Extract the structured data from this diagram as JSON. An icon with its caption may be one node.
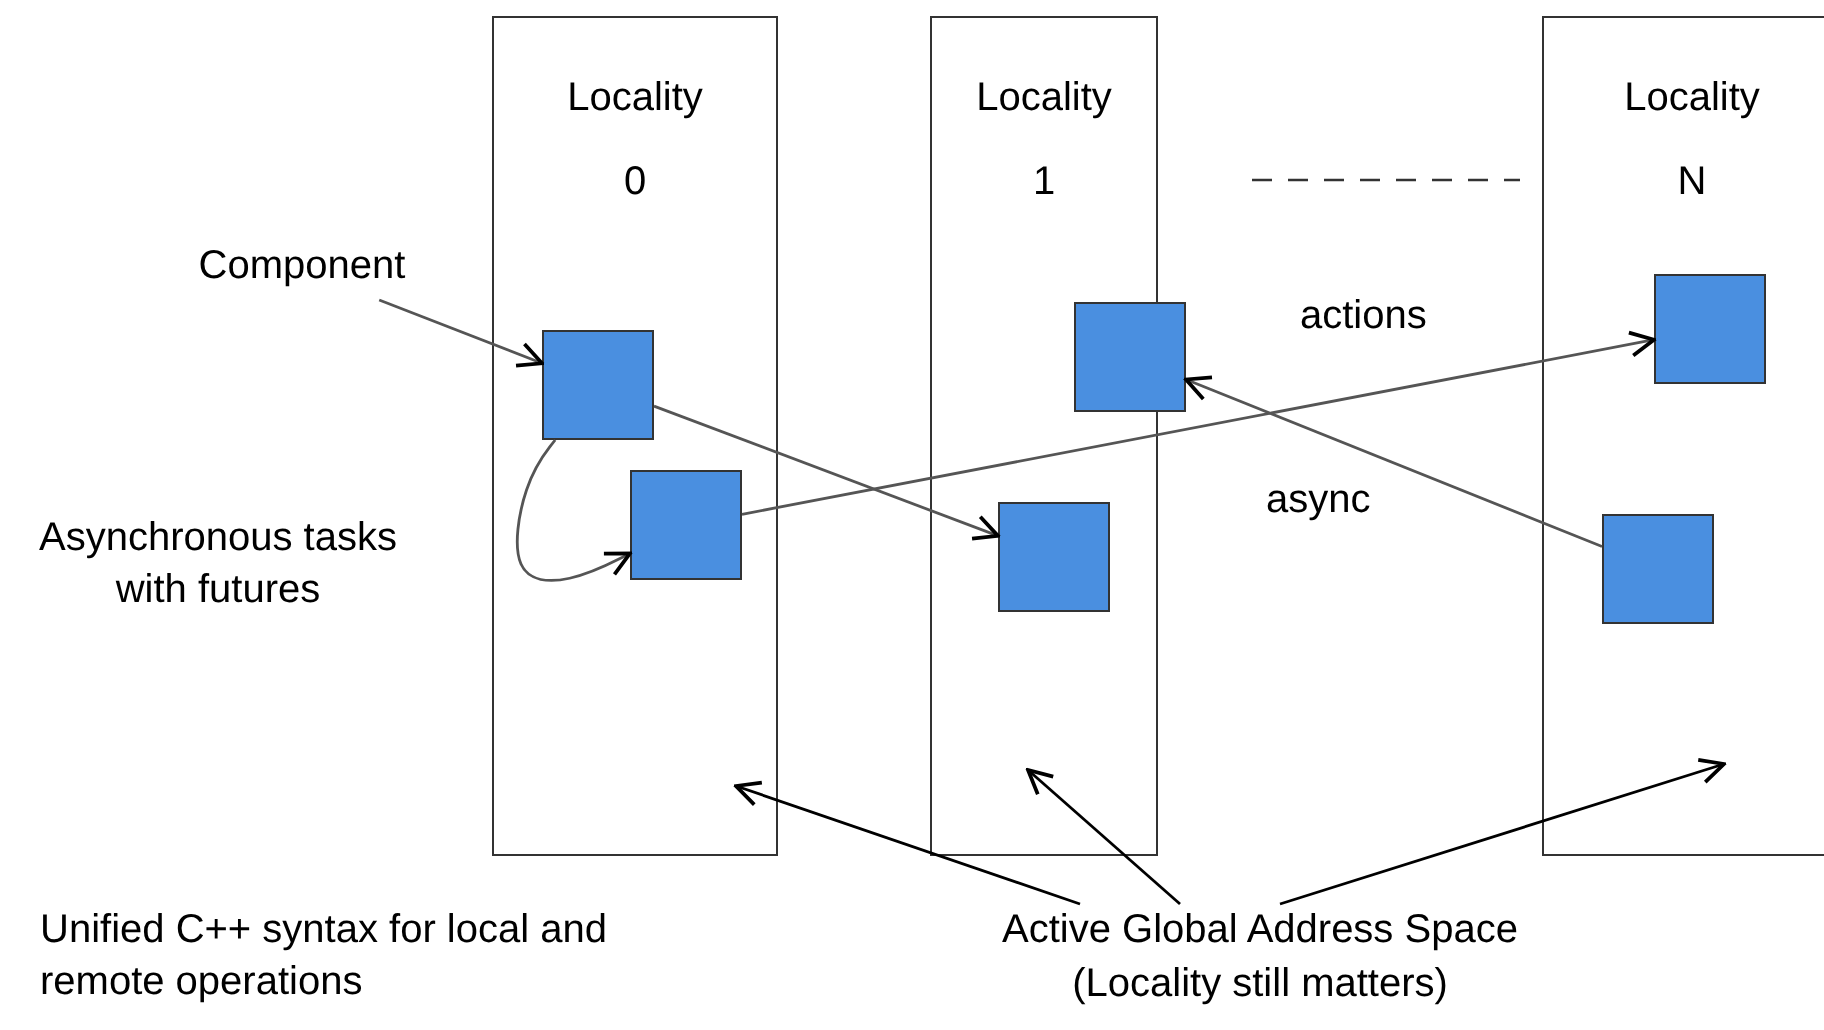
{
  "diagram": {
    "nodes": [
      {
        "text": [
          "Locality",
          "0"
        ]
      },
      {
        "text": [],
        "shape": "box",
        "in": 0
      },
      {
        "text": [],
        "shape": "box",
        "in": 0
      },
      {
        "text": [
          "Locality",
          "1"
        ]
      },
      {
        "text": [],
        "shape": "box"
      },
      {
        "text": [],
        "shape": "box",
        "in": 3
      },
      {
        "text": [
          "Locality",
          "N"
        ]
      },
      {
        "text": [],
        "shape": "box",
        "in": 6
      },
      {
        "text": [],
        "shape": "box",
        "in": 6
      },
      {
        "text": [
          "Component"
        ]
      },
      {
        "text": [
          "Active Global Address Space (Locality still matters)"
        ]
      }
    ],
    "edges": [
      {
        "from": 9,
        "to": 1,
        "arrow": "to"
      },
      {
        "from": 1,
        "to": 2,
        "arrow": "to"
      },
      {
        "from": 1,
        "to": 5,
        "arrow": "to"
      },
      {
        "from": 2,
        "to": 7,
        "arrow": "to",
        "label": "actions"
      },
      {
        "from": 8,
        "to": 4,
        "arrow": "to",
        "label": "async"
      },
      {
        "from": 10,
        "to": 0,
        "arrow": "to"
      },
      {
        "from": 10,
        "to": 3,
        "arrow": "to"
      },
      {
        "from": 10,
        "to": 6,
        "arrow": "to"
      }
    ],
    "labels": [
      "Asynchronous tasks with futures",
      "Unified C++ syntax for local and remote operations"
    ]
  }
}
